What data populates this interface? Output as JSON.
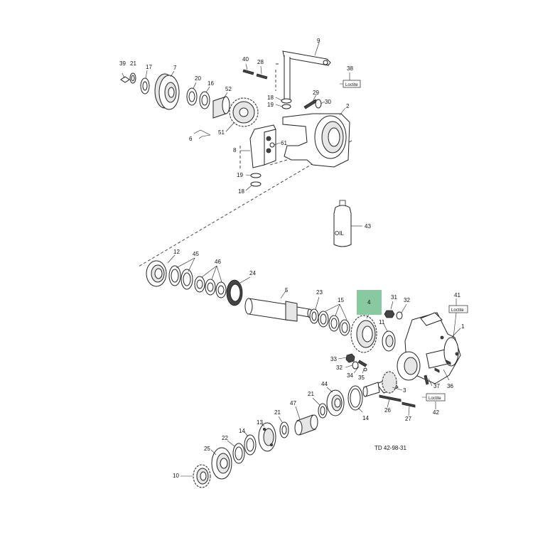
{
  "highlight": {
    "label": "4",
    "color": "#88c9a1"
  },
  "bottle_text": "OIL",
  "loctite_text": "Loctite",
  "drawing_ref": "TD 42-98-31",
  "labels": {
    "l1": "1",
    "l2": "2",
    "l3": "3",
    "l5": "5",
    "l6": "6",
    "l7": "7",
    "l8": "8",
    "l9": "9",
    "l10": "10",
    "l11": "11",
    "l12": "12",
    "l13": "13",
    "l14a": "14",
    "l14b": "14",
    "l15": "15",
    "l16": "16",
    "l17": "17",
    "l18a": "18",
    "l18b": "18",
    "l19a": "19",
    "l19b": "19",
    "l20": "20",
    "l21a": "21",
    "l21b": "21",
    "l21c": "21",
    "l22": "22",
    "l23": "23",
    "l24": "24",
    "l25": "25",
    "l26": "26",
    "l27": "27",
    "l28": "28",
    "l29": "29",
    "l30": "30",
    "l31": "31",
    "l32a": "32",
    "l32b": "32",
    "l33": "33",
    "l34": "34",
    "l35": "35",
    "l36": "36",
    "l37": "37",
    "l38": "38",
    "l39": "39",
    "l40": "40",
    "l41": "41",
    "l42": "42",
    "l43": "43",
    "l44": "44",
    "l45": "45",
    "l46": "46",
    "l47": "47",
    "l51": "51",
    "l52": "52",
    "l61": "61"
  }
}
